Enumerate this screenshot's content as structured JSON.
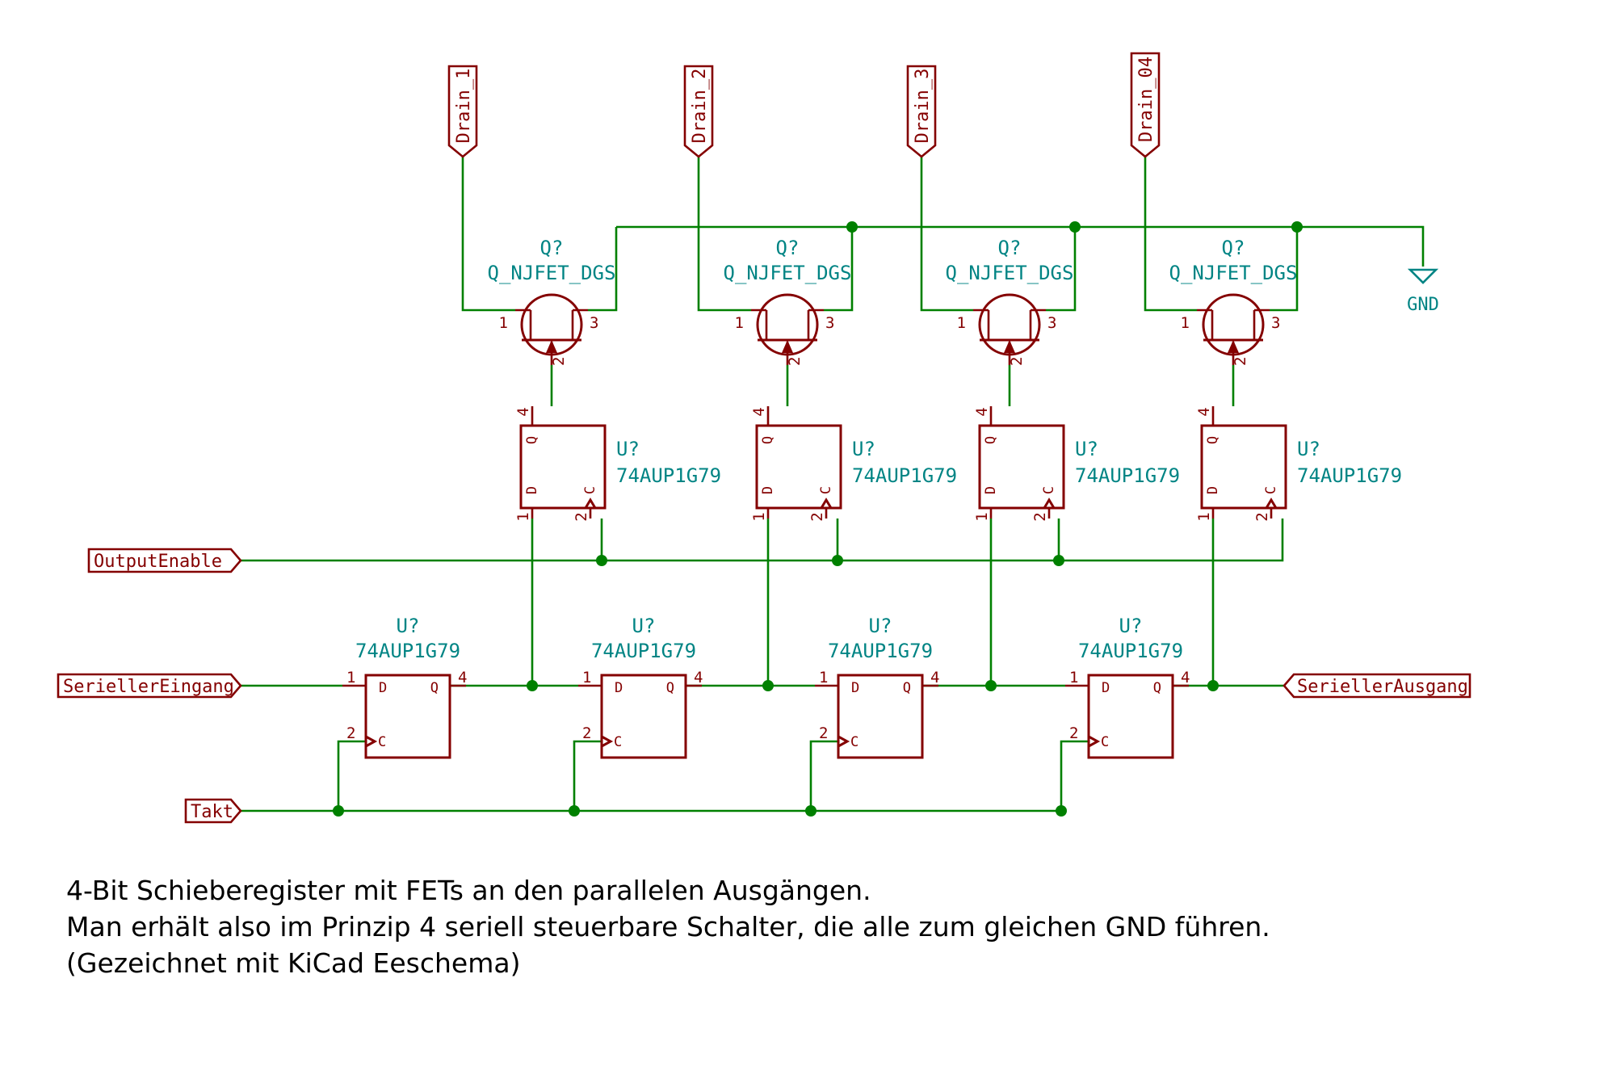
{
  "colors": {
    "wire": "#008000",
    "component": "#840000",
    "reference_text": "#008484",
    "caption_text": "#000000",
    "background": "#ffffff"
  },
  "labels": {
    "drains": [
      "Drain_1",
      "Drain_2",
      "Drain_3",
      "Drain_04"
    ],
    "output_enable": "OutputEnable",
    "serial_in": "SeriellerEingang",
    "serial_out": "SeriellerAusgang",
    "clock": "Takt",
    "gnd": "GND"
  },
  "fets": [
    {
      "ref": "Q?",
      "value": "Q_NJFET_DGS",
      "pins": [
        "1",
        "3",
        "2"
      ]
    },
    {
      "ref": "Q?",
      "value": "Q_NJFET_DGS",
      "pins": [
        "1",
        "3",
        "2"
      ]
    },
    {
      "ref": "Q?",
      "value": "Q_NJFET_DGS",
      "pins": [
        "1",
        "3",
        "2"
      ]
    },
    {
      "ref": "Q?",
      "value": "Q_NJFET_DGS",
      "pins": [
        "1",
        "3",
        "2"
      ]
    }
  ],
  "latches": [
    {
      "ref": "U?",
      "value": "74AUP1G79",
      "pin_names": [
        "Q",
        "D",
        "C"
      ],
      "pin_numbers": [
        "4",
        "1",
        "2"
      ]
    },
    {
      "ref": "U?",
      "value": "74AUP1G79",
      "pin_names": [
        "Q",
        "D",
        "C"
      ],
      "pin_numbers": [
        "4",
        "1",
        "2"
      ]
    },
    {
      "ref": "U?",
      "value": "74AUP1G79",
      "pin_names": [
        "Q",
        "D",
        "C"
      ],
      "pin_numbers": [
        "4",
        "1",
        "2"
      ]
    },
    {
      "ref": "U?",
      "value": "74AUP1G79",
      "pin_names": [
        "Q",
        "D",
        "C"
      ],
      "pin_numbers": [
        "4",
        "1",
        "2"
      ]
    }
  ],
  "shift_stages": [
    {
      "ref": "U?",
      "value": "74AUP1G79",
      "pin_names": [
        "D",
        "Q",
        "C"
      ],
      "pin_numbers": [
        "1",
        "4",
        "2"
      ]
    },
    {
      "ref": "U?",
      "value": "74AUP1G79",
      "pin_names": [
        "D",
        "Q",
        "C"
      ],
      "pin_numbers": [
        "1",
        "4",
        "2"
      ]
    },
    {
      "ref": "U?",
      "value": "74AUP1G79",
      "pin_names": [
        "D",
        "Q",
        "C"
      ],
      "pin_numbers": [
        "1",
        "4",
        "2"
      ]
    },
    {
      "ref": "U?",
      "value": "74AUP1G79",
      "pin_names": [
        "D",
        "Q",
        "C"
      ],
      "pin_numbers": [
        "1",
        "4",
        "2"
      ]
    }
  ],
  "caption": {
    "line1": "4-Bit Schieberegister mit FETs an den parallelen Ausgängen.",
    "line2": "Man erhält also im Prinzip 4 seriell steuerbare Schalter, die alle zum gleichen GND führen.",
    "line3": "(Gezeichnet mit KiCad Eeschema)"
  }
}
